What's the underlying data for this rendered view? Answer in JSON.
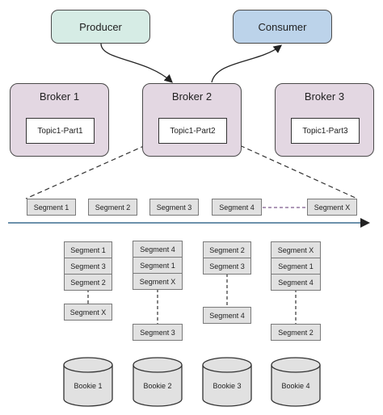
{
  "producer": {
    "label": "Producer"
  },
  "consumer": {
    "label": "Consumer"
  },
  "brokers": [
    {
      "name": "Broker 1",
      "topic": "Topic1-Part1"
    },
    {
      "name": "Broker 2",
      "topic": "Topic1-Part2"
    },
    {
      "name": "Broker 3",
      "topic": "Topic1-Part3"
    }
  ],
  "segment_row": [
    "Segment 1",
    "Segment 2",
    "Segment 3",
    "Segment 4",
    "Segment X"
  ],
  "bookie_columns": [
    {
      "bookie": "Bookie 1",
      "stack": [
        "Segment 1",
        "Segment 3",
        "Segment 2"
      ],
      "extra": "Segment X"
    },
    {
      "bookie": "Bookie 2",
      "stack": [
        "Segment 4",
        "Segment 1",
        "Segment X"
      ],
      "extra": "Segment 3"
    },
    {
      "bookie": "Bookie 3",
      "stack": [
        "Segment 2",
        "Segment 3"
      ],
      "extra": "Segment 4"
    },
    {
      "bookie": "Bookie 4",
      "stack": [
        "Segment X",
        "Segment 1",
        "Segment 4"
      ],
      "extra": "Segment 2"
    }
  ]
}
